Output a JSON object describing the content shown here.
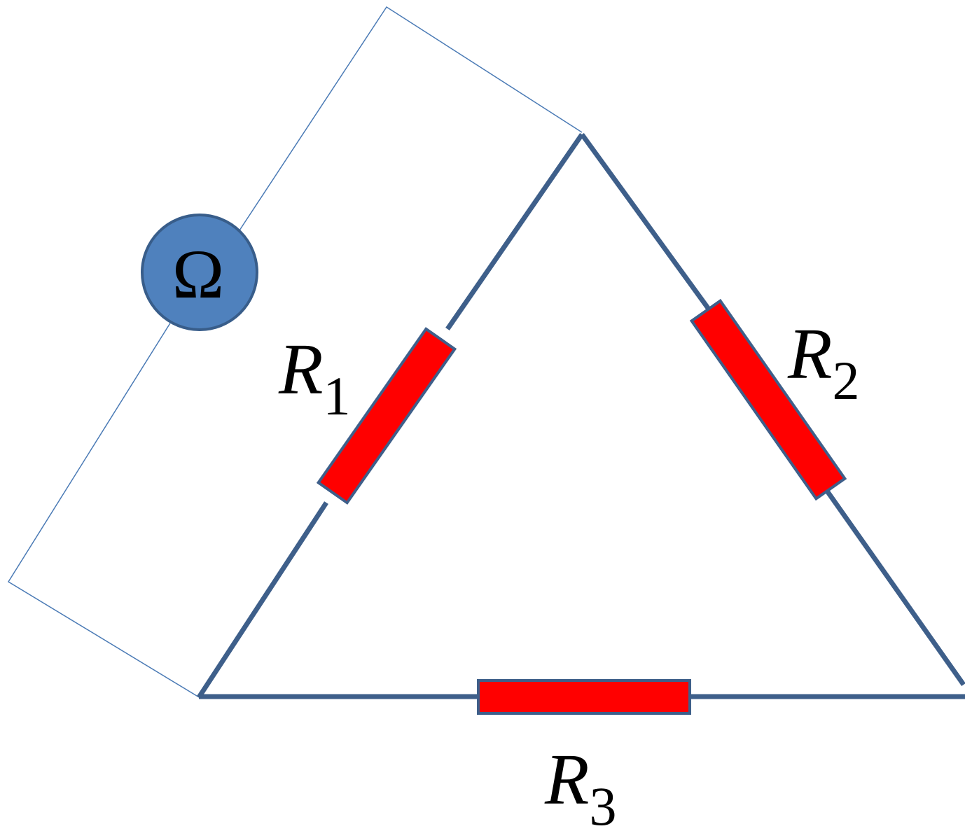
{
  "meter": {
    "symbol": "Ω",
    "fill_color": "#4f81bd",
    "stroke_color": "#385d8a"
  },
  "resistors": [
    {
      "id": "r1",
      "letter": "R",
      "subscript": "1"
    },
    {
      "id": "r2",
      "letter": "R",
      "subscript": "2"
    },
    {
      "id": "r3",
      "letter": "R",
      "subscript": "3"
    }
  ],
  "colors": {
    "circuit_wire": "#3e5f8a",
    "meter_lead": "#4a7ab5",
    "resistor_fill": "#ff0000",
    "resistor_stroke": "#3e5f8a",
    "label_text": "#000000"
  }
}
